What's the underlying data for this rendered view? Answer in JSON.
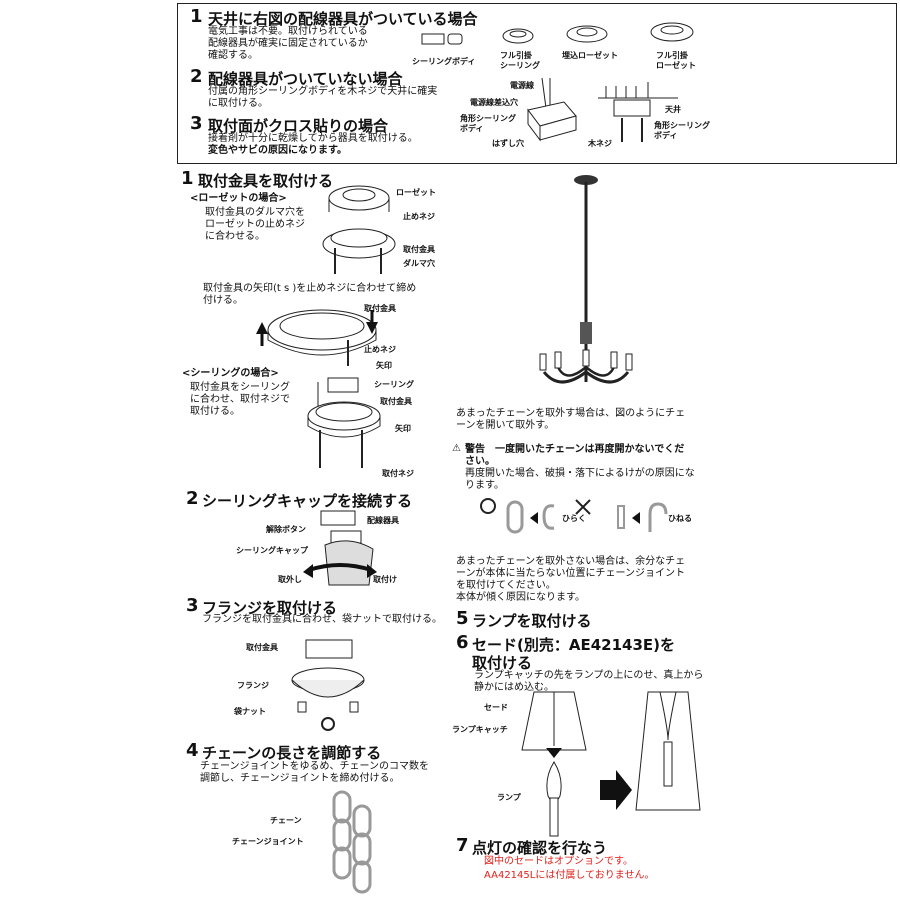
{
  "top": {
    "s1": {
      "num": "1",
      "title": "天井に右図の配線器具がついている場合",
      "lines": [
        "電気工事は不要。取付けられている",
        "配線器具が確実に固定されているか",
        "確認する。"
      ]
    },
    "s2": {
      "num": "2",
      "title": "配線器具がついていない場合",
      "lines": [
        "付属の角形シーリングボディを木ネジで天井に確実",
        "に取付ける。"
      ]
    },
    "s3": {
      "num": "3",
      "title": "取付面がクロス貼りの場合",
      "lines": [
        "接着剤が十分に乾燥してから器具を取付ける。",
        "変色やサビの原因になります。"
      ]
    },
    "fixtures": [
      "シーリングボディ",
      "フル引掛",
      "シーリング",
      "埋込ローゼット",
      "フル引掛",
      "ローゼット"
    ],
    "wiring": [
      "電源線",
      "電源線差込穴",
      "角形シーリング",
      "ボディ",
      "はずし穴",
      "天井",
      "角形シーリング",
      "ボディ",
      "木ネジ"
    ]
  },
  "step1": {
    "num": "1",
    "title": "取付金具を取付ける",
    "rosette_heading": "<ローゼットの場合>",
    "rosette_text": [
      "取付金具のダルマ穴を",
      "ローゼットの止めネジ",
      "に合わせる。"
    ],
    "labels_a": [
      "ローゼット",
      "止めネジ",
      "取付金具",
      "ダルマ穴"
    ],
    "arrow_text": [
      "取付金具の矢印(t s )を止めネジに合わせて締め",
      "付ける。"
    ],
    "labels_b": [
      "取付金具",
      "止めネジ",
      "矢印"
    ],
    "ceiling_heading": "<シーリングの場合>",
    "ceiling_text": [
      "取付金具をシーリング",
      "に合わせ、取付ネジで",
      "取付ける。"
    ],
    "labels_c": [
      "シーリング",
      "取付金具",
      "矢印",
      "取付ネジ"
    ]
  },
  "step2": {
    "num": "2",
    "title": "シーリングキャップを接続する",
    "labels": [
      "配線器具",
      "解除ボタン",
      "シーリングキャップ",
      "取外し",
      "取付け"
    ]
  },
  "step3": {
    "num": "3",
    "title": "フランジを取付ける",
    "text": "フランジを取付金具に合わせ、袋ナットで取付ける。",
    "labels": [
      "取付金具",
      "フランジ",
      "袋ナット"
    ]
  },
  "step4": {
    "num": "4",
    "title": "チェーンの長さを調節する",
    "text": [
      "チェーンジョイントをゆるめ、チェーンのコマ数を",
      "調節し、チェーンジョイントを締め付ける。"
    ],
    "labels": [
      "チェーン",
      "チェーンジョイント"
    ]
  },
  "right": {
    "chain_text": [
      "あまったチェーンを取外す場合は、図のようにチェ",
      "ーンを開いて取外す。"
    ],
    "warning_title": [
      "警告　一度開いたチェーンは再度開かないでくだ",
      "さい。"
    ],
    "warning_text": [
      "再度開いた場合、破損・落下によるけがの原因にな",
      "ります。"
    ],
    "open_label": "ひらく",
    "twist_label": "ひねる",
    "joint_text": [
      "あまったチェーンを取外さない場合は、余分なチェ",
      "ーンが本体に当たらない位置にチェーンジョイント",
      "を取付けてください。",
      "本体が傾く原因になります。"
    ],
    "step5": {
      "num": "5",
      "title": "ランプを取付ける"
    },
    "step6": {
      "num": "6",
      "title1": "セード(別売：AE42143E)を",
      "title2": "取付ける",
      "text": [
        "ランプキャッチの先をランプの上にのせ、真上から",
        "静かにはめ込む。"
      ],
      "labels": [
        "セード",
        "ランプキャッチ",
        "ランプ"
      ]
    },
    "step7": {
      "num": "7",
      "title": "点灯の確認を行なう",
      "note": [
        "図中のセードはオプションです。",
        "AA42145Lには付属しておりません。"
      ]
    }
  }
}
